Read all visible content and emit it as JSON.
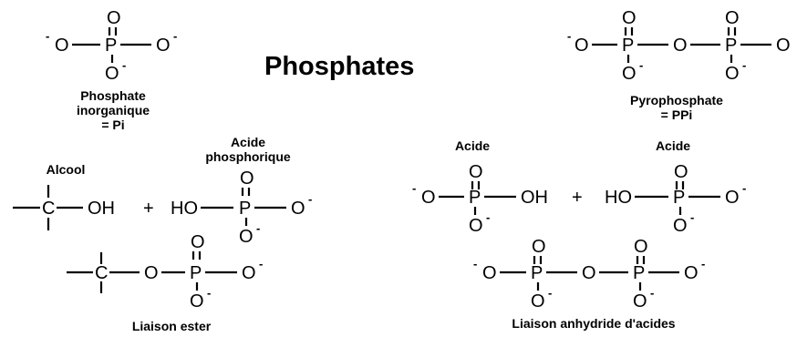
{
  "title": "Phosphates",
  "symbols": {
    "oxygen": "O",
    "phosphorus": "P",
    "carbon": "C",
    "hydroxyl": "OH",
    "hydroxyl_left": "HO",
    "minus": "-",
    "plus": "+"
  },
  "labels": {
    "pi_line1": "Phosphate",
    "pi_line2": "inorganique",
    "pi_line3": "= Pi",
    "ppi_line1": "Pyrophosphate",
    "ppi_line2": "= PPi",
    "alcool": "Alcool",
    "acide_phos_line1": "Acide",
    "acide_phos_line2": "phosphorique",
    "acide_left": "Acide",
    "acide_right": "Acide",
    "liaison_ester": "Liaison ester",
    "liaison_anhydride": "Liaison anhydride d'acides"
  }
}
